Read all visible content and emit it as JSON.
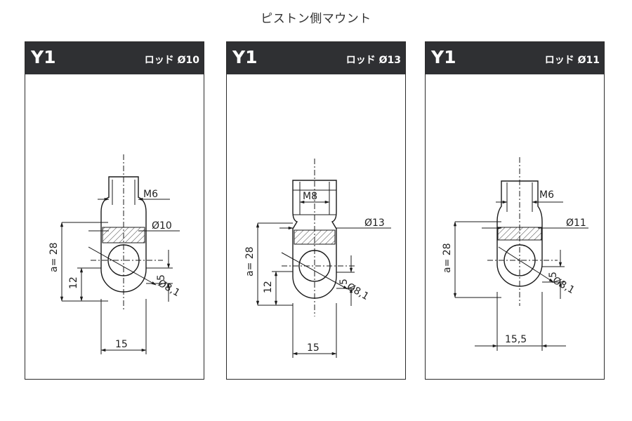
{
  "page": {
    "title": "ピストン側マウント"
  },
  "colors": {
    "header_bg": "#2f3033",
    "header_text": "#ffffff",
    "line": "#1a1a1a"
  },
  "cards": [
    {
      "code": "Y1",
      "rod_label": "ロッド Ø10",
      "thread": "M6",
      "rod_diameter": "Ø10",
      "length": "a= 28",
      "center_height": "12",
      "hatch_height": "5",
      "eye_diameter": "Ø8,1",
      "width": "15"
    },
    {
      "code": "Y1",
      "rod_label": "ロッド Ø13",
      "thread": "M8",
      "rod_diameter": "Ø13",
      "length": "a= 28",
      "center_height": "12",
      "hatch_height": "5",
      "eye_diameter": "Ø8,1",
      "width": "15"
    },
    {
      "code": "Y1",
      "rod_label": "ロッド Ø11",
      "thread": "M6",
      "rod_diameter": "Ø11",
      "length": "a= 28",
      "hatch_height": "5",
      "eye_diameter": "Ø8,1",
      "width": "15,5"
    }
  ]
}
